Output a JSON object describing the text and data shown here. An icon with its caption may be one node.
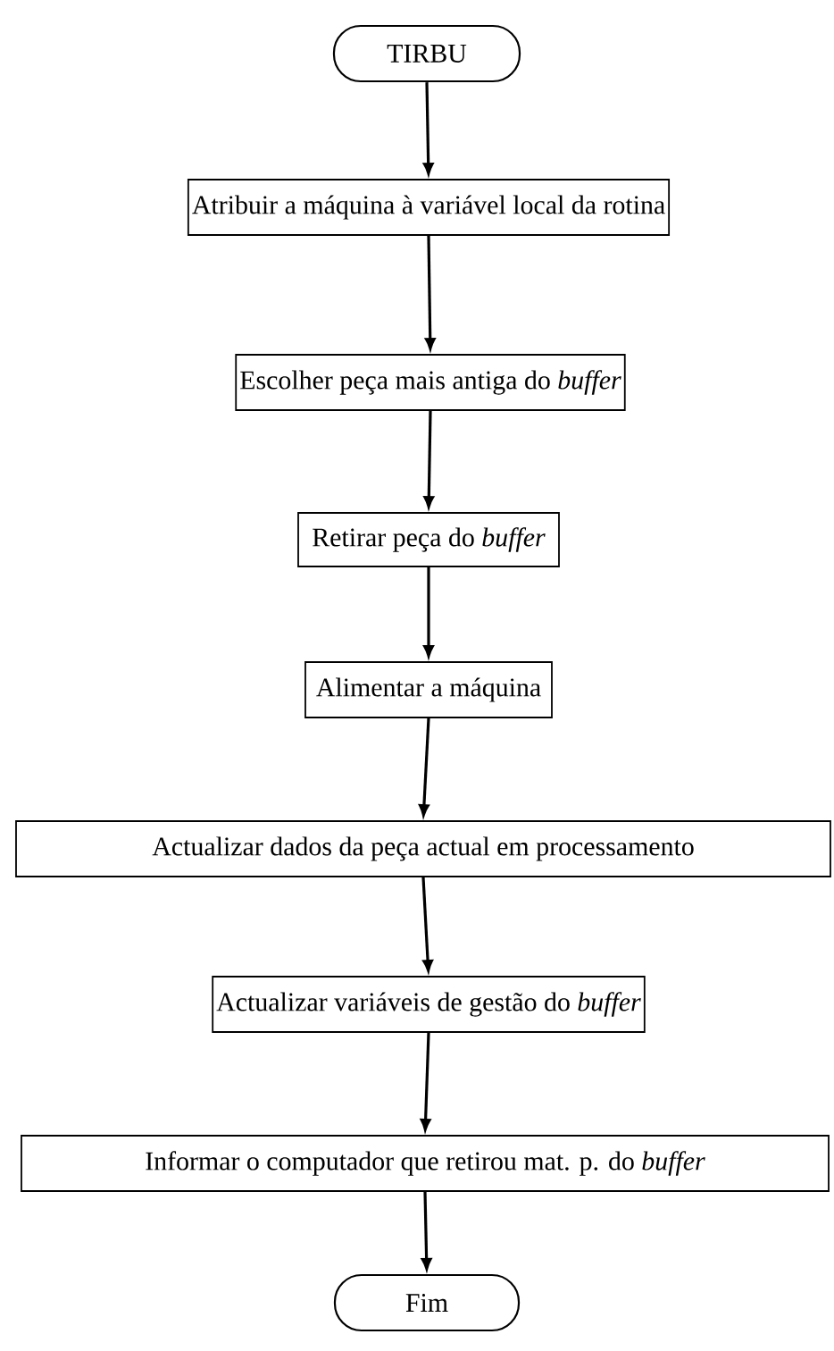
{
  "diagram": {
    "nodes": [
      {
        "text": [
          "TIRBU"
        ]
      },
      {
        "text": [
          "Atribuir a máquina à variável local da rotina"
        ]
      },
      {
        "text": [
          "Escolher peça mais antiga do *buffer*"
        ]
      },
      {
        "text": [
          "Retirar peça do *buffer*"
        ]
      },
      {
        "text": [
          "Alimentar a máquina"
        ]
      },
      {
        "text": [
          "Actualizar dados da peça actual em processamento"
        ]
      },
      {
        "text": [
          "Actualizar variáveis de gestão do *buffer*"
        ]
      },
      {
        "text": [
          "Informar o computador que retirou mat. p. do *buffer*"
        ]
      },
      {
        "text": [
          "Fim"
        ]
      }
    ],
    "edges": [
      {
        "from": 0,
        "to": 1,
        "arrow": "to"
      },
      {
        "from": 1,
        "to": 2,
        "arrow": "to"
      },
      {
        "from": 2,
        "to": 3,
        "arrow": "to"
      },
      {
        "from": 3,
        "to": 4,
        "arrow": "to"
      },
      {
        "from": 4,
        "to": 5,
        "arrow": "to"
      },
      {
        "from": 5,
        "to": 6,
        "arrow": "to"
      },
      {
        "from": 6,
        "to": 7,
        "arrow": "to"
      },
      {
        "from": 7,
        "to": 8,
        "arrow": "to"
      }
    ]
  }
}
